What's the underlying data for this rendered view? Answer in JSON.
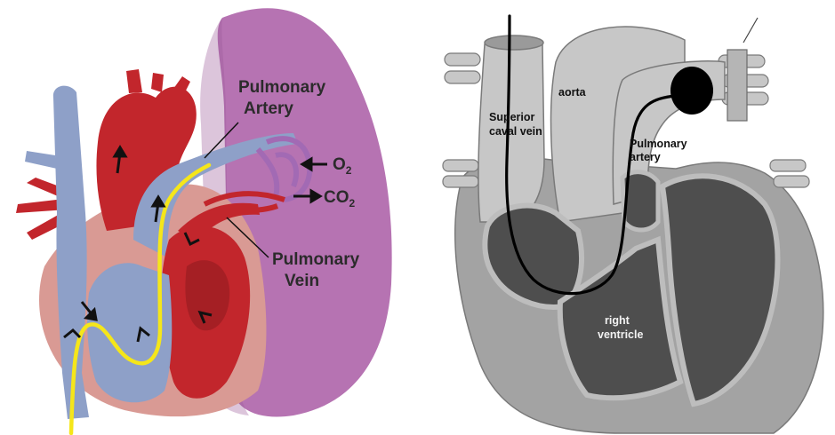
{
  "left_panel": {
    "labels": {
      "pulmonary_artery_line1": "Pulmonary",
      "pulmonary_artery_line2": "Artery",
      "pulmonary_vein_line1": "Pulmonary",
      "pulmonary_vein_line2": "Vein",
      "oxygen_base": "O",
      "oxygen_sub": "2",
      "co2_base": "CO",
      "co2_sub": "2"
    },
    "colors": {
      "lung": "#b673b2",
      "lung_dark": "#9a5a98",
      "arterial_red": "#c2262c",
      "arterial_red_dark": "#8e1a1f",
      "venous_blue": "#8ea0c8",
      "venous_blue_dark": "#6f80ab",
      "heart_wall": "#d99a94",
      "catheter": "#f5e61a",
      "capillary_purple": "#a26ab4"
    }
  },
  "right_panel": {
    "labels": {
      "aorta": "aorta",
      "superior_caval_vein_line1": "Superior",
      "superior_caval_vein_line2": "caval vein",
      "pulmonary_artery_line1": "Pulmonary",
      "pulmonary_artery_line2": "artery",
      "right_ventricle_line1": "right",
      "right_ventricle_line2": "ventricle"
    },
    "colors": {
      "vessel_light": "#c7c7c7",
      "tissue_mid": "#a3a3a3",
      "chamber_dark": "#4e4e4e",
      "outline": "#7a7a7a",
      "catheter": "#000000"
    }
  }
}
